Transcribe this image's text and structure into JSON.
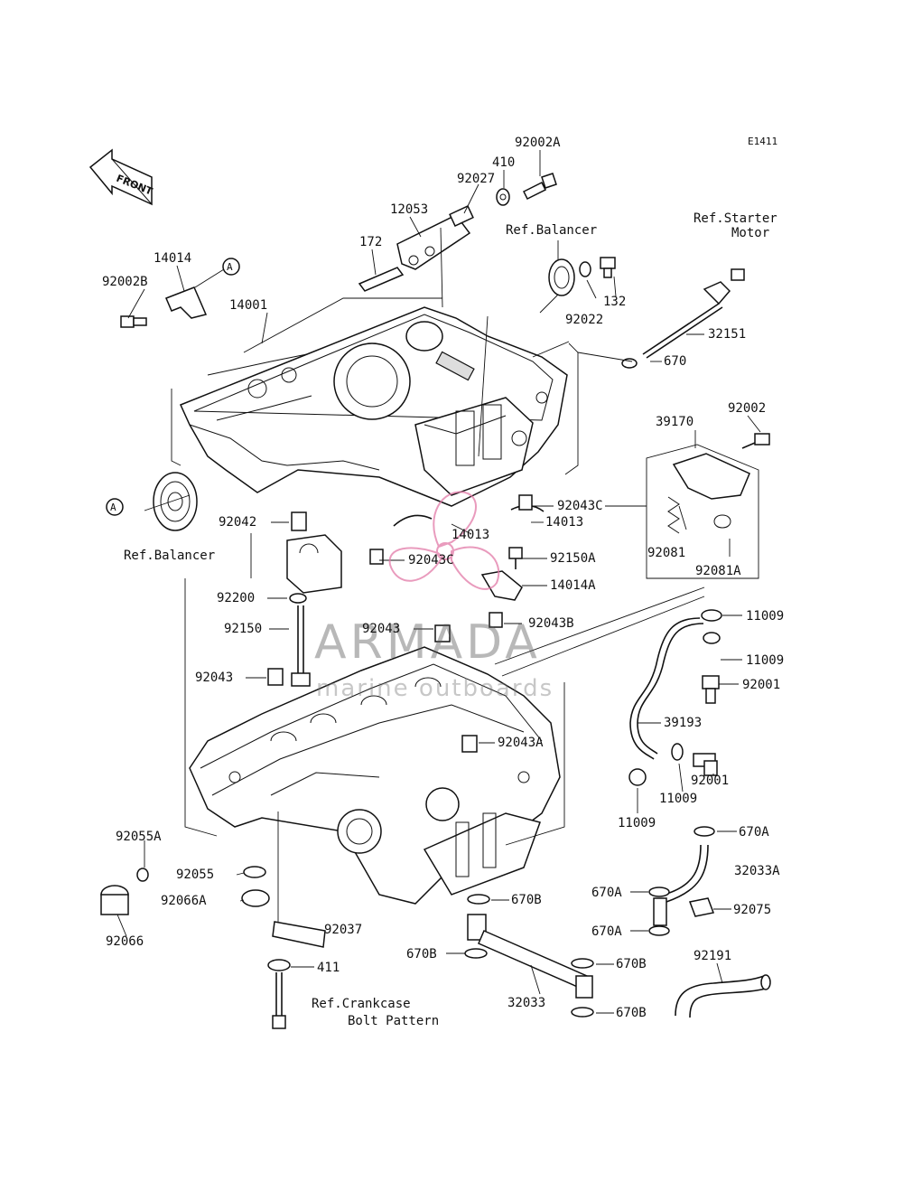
{
  "diagram_code": "E1411",
  "front_label": "FRONT",
  "callout_a": "A",
  "watermark": {
    "brand": "ARMADA",
    "tagline": "marine outboards",
    "color": "#e8a3c2"
  },
  "labels": {
    "p92002A": "92002A",
    "p410": "410",
    "p92027": "92027",
    "p12053": "12053",
    "p172": "172",
    "p14014": "14014",
    "p92002B": "92002B",
    "p14001": "14001",
    "p132": "132",
    "p92022": "92022",
    "p32151": "32151",
    "p670": "670",
    "p39170": "39170",
    "p92002": "92002",
    "p92043C_a": "92043C",
    "p14013_a": "14013",
    "p14013_b": "14013",
    "p92043C_b": "92043C",
    "p92042": "92042",
    "p92150A": "92150A",
    "p14014A": "14014A",
    "p92081": "92081",
    "p92081A": "92081A",
    "p92200": "92200",
    "p92150": "92150",
    "p92043_a": "92043",
    "p92043B": "92043B",
    "p11009_a": "11009",
    "p11009_b": "11009",
    "p92043_b": "92043",
    "p92001_a": "92001",
    "p39193": "39193",
    "p92043A": "92043A",
    "p92001_b": "92001",
    "p11009_c": "11009",
    "p11009_d": "11009",
    "p92055A": "92055A",
    "p92055": "92055",
    "p92066A": "92066A",
    "p92066": "92066",
    "p92037": "92037",
    "p411": "411",
    "p670B_a": "670B",
    "p670A_a": "670A",
    "p32033A": "32033A",
    "p670A_b": "670A",
    "p92075": "92075",
    "p670A_c": "670A",
    "p670B_b": "670B",
    "p670B_c": "670B",
    "p32033": "32033",
    "p670B_d": "670B",
    "p92191": "92191"
  },
  "refs": {
    "ref_balancer_top": "Ref.Balancer",
    "ref_starter_1": "Ref.Starter",
    "ref_starter_2": "Motor",
    "ref_balancer_left": "Ref.Balancer",
    "ref_crankcase_1": "Ref.Crankcase",
    "ref_crankcase_2": "Bolt Pattern"
  }
}
